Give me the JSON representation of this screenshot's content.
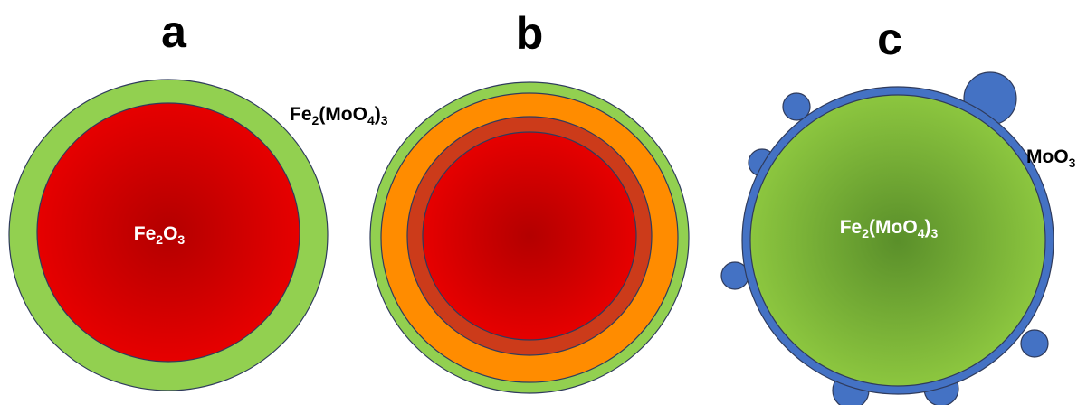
{
  "panels": [
    {
      "letter": "a",
      "labels": {
        "core": {
          "prefix": "Fe",
          "sub1": "2",
          "mid": "O",
          "sub2": "3"
        },
        "shell": {
          "prefix": "Fe",
          "sub1": "2",
          "mid": "(MoO",
          "sub2": "4",
          "end": ")",
          "sub3": "3"
        }
      }
    },
    {
      "letter": "b"
    },
    {
      "letter": "c",
      "labels": {
        "core": {
          "prefix": "Fe",
          "sub1": "2",
          "mid": "(MoO",
          "sub2": "4",
          "end": ")",
          "sub3": "3"
        },
        "surface": {
          "prefix": "MoO",
          "sub1": "3"
        }
      }
    }
  ],
  "colors": {
    "green_shell": "#92d050",
    "red_core_center": "#b30000",
    "red_core_edge": "#e60000",
    "orange_layer": "#ff8c00",
    "dark_orange_ring": "#cc3b1a",
    "blue_shell": "#4472c4",
    "green_core_center": "#5a8f2a",
    "green_core_edge": "#8cc63f",
    "outline": "#2f3b5c"
  }
}
